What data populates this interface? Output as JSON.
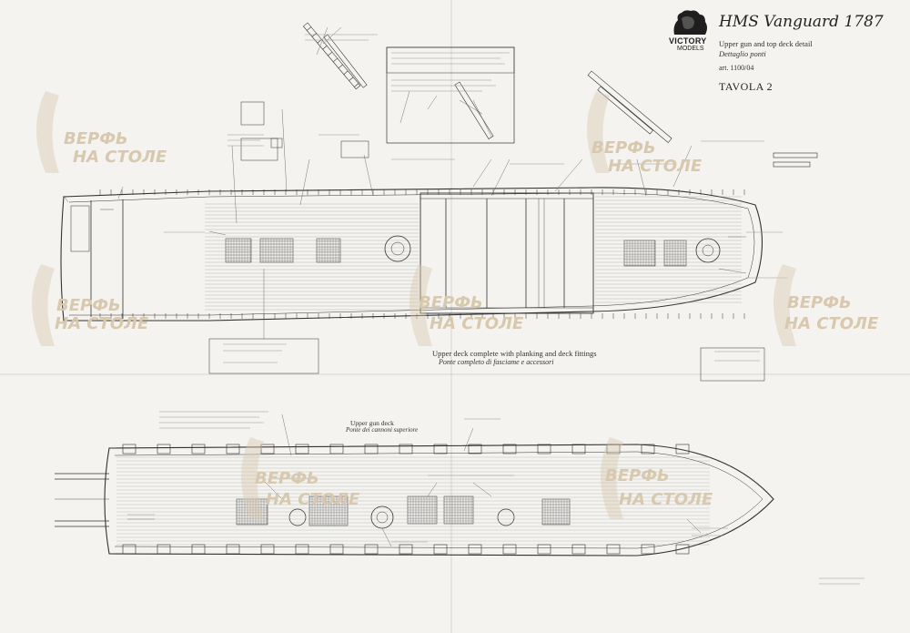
{
  "title": {
    "ship": "HMS Vanguard 1787",
    "subtitle_en": "Upper gun and top deck detail",
    "subtitle_it": "Dettaglio ponti",
    "article": "art. 1100/04",
    "sheet": "TAVOLA 2"
  },
  "logo": {
    "brand": "VICTORY",
    "sub": "MODELS"
  },
  "captions": {
    "upper_deck_en": "Upper deck complete with planking and deck fittings",
    "upper_deck_it": "Ponte completo di fasciame e accessori",
    "gun_deck_en": "Upper gun deck",
    "gun_deck_it": "Ponte dei cannoni superiore"
  },
  "watermark": {
    "line1": "ВЕРФЬ",
    "line2": "НА СТОЛЕ",
    "color": "#d8c9ae"
  },
  "colors": {
    "paper": "#f4f3f0",
    "ink": "#2a2a2a"
  }
}
